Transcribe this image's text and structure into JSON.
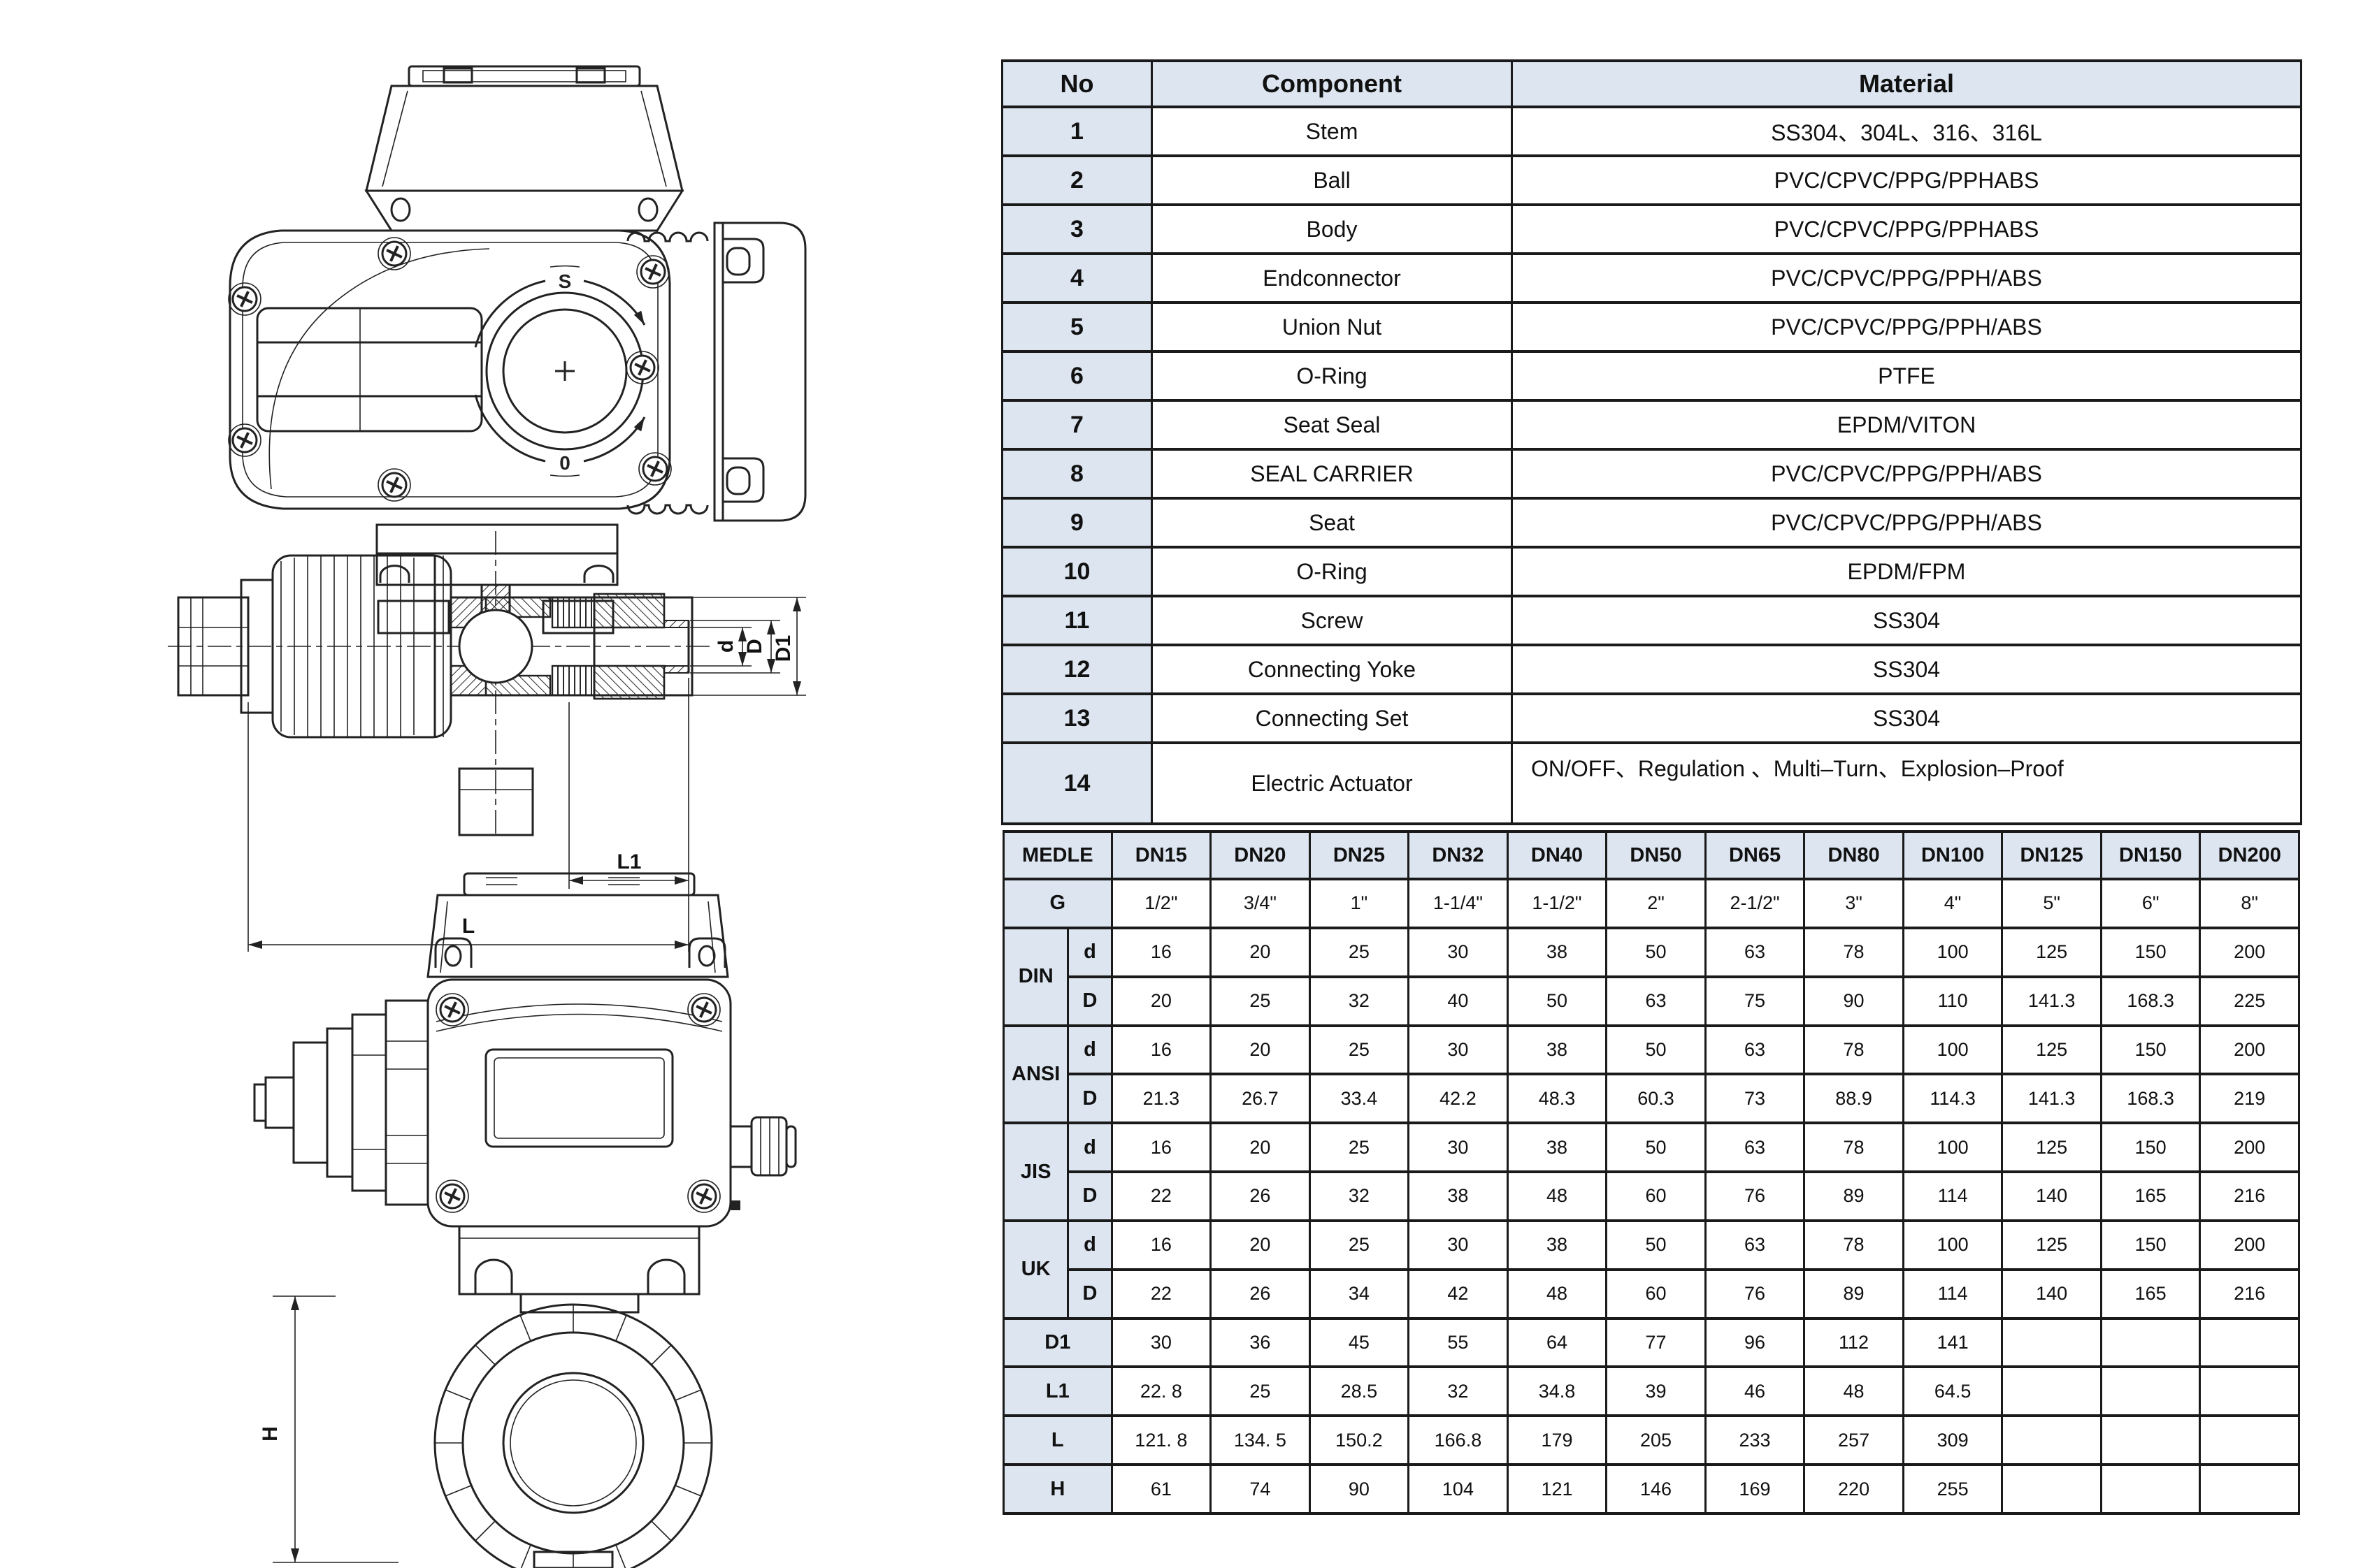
{
  "drawing_labels": {
    "dial_top": "S",
    "dial_bottom": "0",
    "d": "d",
    "D": "D",
    "D1": "D1",
    "L1": "L1",
    "L": "L",
    "H": "H"
  },
  "components_table": {
    "headers": {
      "no": "No",
      "component": "Component",
      "material": "Material"
    },
    "rows": [
      {
        "no": "1",
        "component": "Stem",
        "material": "SS304、304L、316、316L"
      },
      {
        "no": "2",
        "component": "Ball",
        "material": "PVC/CPVC/PPG/PPHABS"
      },
      {
        "no": "3",
        "component": "Body",
        "material": "PVC/CPVC/PPG/PPHABS"
      },
      {
        "no": "4",
        "component": "Endconnector",
        "material": "PVC/CPVC/PPG/PPH/ABS"
      },
      {
        "no": "5",
        "component": "Union Nut",
        "material": "PVC/CPVC/PPG/PPH/ABS"
      },
      {
        "no": "6",
        "component": "O-Ring",
        "material": "PTFE"
      },
      {
        "no": "7",
        "component": "Seat Seal",
        "material": "EPDM/VITON"
      },
      {
        "no": "8",
        "component": "SEAL CARRIER",
        "material": "PVC/CPVC/PPG/PPH/ABS"
      },
      {
        "no": "9",
        "component": "Seat",
        "material": "PVC/CPVC/PPG/PPH/ABS"
      },
      {
        "no": "10",
        "component": "O-Ring",
        "material": "EPDM/FPM"
      },
      {
        "no": "11",
        "component": "Screw",
        "material": "SS304"
      },
      {
        "no": "12",
        "component": "Connecting Yoke",
        "material": "SS304"
      },
      {
        "no": "13",
        "component": "Connecting Set",
        "material": "SS304"
      },
      {
        "no": "14",
        "component": "Electric Actuator",
        "material": "ON/OFF、Regulation 、Multi–Turn、Explosion–Proof"
      }
    ]
  },
  "dimensions_table": {
    "corner_label": "MEDLE",
    "dn_headers": [
      "DN15",
      "DN20",
      "DN25",
      "DN32",
      "DN40",
      "DN50",
      "DN65",
      "DN80",
      "DN100",
      "DN125",
      "DN150",
      "DN200"
    ],
    "rows": [
      {
        "label": "G",
        "values": [
          "1/2\"",
          "3/4\"",
          "1\"",
          "1-1/4\"",
          "1-1/2\"",
          "2\"",
          "2-1/2\"",
          "3\"",
          "4\"",
          "5\"",
          "6\"",
          "8\""
        ]
      },
      {
        "group": "DIN",
        "sub": "d",
        "values": [
          "16",
          "20",
          "25",
          "30",
          "38",
          "50",
          "63",
          "78",
          "100",
          "125",
          "150",
          "200"
        ]
      },
      {
        "group": "DIN",
        "sub": "D",
        "values": [
          "20",
          "25",
          "32",
          "40",
          "50",
          "63",
          "75",
          "90",
          "110",
          "141.3",
          "168.3",
          "225"
        ]
      },
      {
        "group": "ANSI",
        "sub": "d",
        "values": [
          "16",
          "20",
          "25",
          "30",
          "38",
          "50",
          "63",
          "78",
          "100",
          "125",
          "150",
          "200"
        ]
      },
      {
        "group": "ANSI",
        "sub": "D",
        "values": [
          "21.3",
          "26.7",
          "33.4",
          "42.2",
          "48.3",
          "60.3",
          "73",
          "88.9",
          "114.3",
          "141.3",
          "168.3",
          "219"
        ]
      },
      {
        "group": "JIS",
        "sub": "d",
        "values": [
          "16",
          "20",
          "25",
          "30",
          "38",
          "50",
          "63",
          "78",
          "100",
          "125",
          "150",
          "200"
        ]
      },
      {
        "group": "JIS",
        "sub": "D",
        "values": [
          "22",
          "26",
          "32",
          "38",
          "48",
          "60",
          "76",
          "89",
          "114",
          "140",
          "165",
          "216"
        ]
      },
      {
        "group": "UK",
        "sub": "d",
        "values": [
          "16",
          "20",
          "25",
          "30",
          "38",
          "50",
          "63",
          "78",
          "100",
          "125",
          "150",
          "200"
        ]
      },
      {
        "group": "UK",
        "sub": "D",
        "values": [
          "22",
          "26",
          "34",
          "42",
          "48",
          "60",
          "76",
          "89",
          "114",
          "140",
          "165",
          "216"
        ]
      },
      {
        "label": "D1",
        "values": [
          "30",
          "36",
          "45",
          "55",
          "64",
          "77",
          "96",
          "112",
          "141",
          "",
          "",
          ""
        ]
      },
      {
        "label": "L1",
        "values": [
          "22. 8",
          "25",
          "28.5",
          "32",
          "34.8",
          "39",
          "46",
          "48",
          "64.5",
          "",
          "",
          ""
        ]
      },
      {
        "label": "L",
        "values": [
          "121. 8",
          "134. 5",
          "150.2",
          "166.8",
          "179",
          "205",
          "233",
          "257",
          "309",
          "",
          "",
          ""
        ]
      },
      {
        "label": "H",
        "values": [
          "61",
          "74",
          "90",
          "104",
          "121",
          "146",
          "169",
          "220",
          "255",
          "",
          "",
          ""
        ]
      }
    ]
  }
}
